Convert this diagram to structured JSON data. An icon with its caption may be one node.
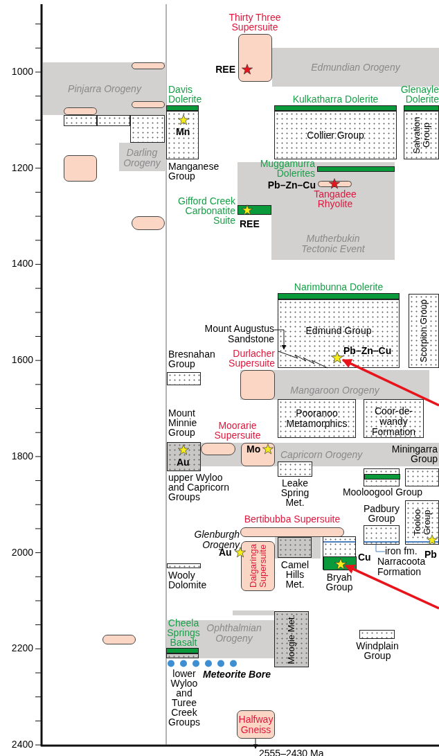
{
  "diagram": {
    "nodes": [
      {
        "text": [
          "Pinjarra Orogeny"
        ]
      },
      {
        "text": [],
        "shape": "pill",
        "in": 0
      },
      {
        "text": [],
        "shape": "pill",
        "in": 0
      },
      {
        "text": [],
        "shape": "pill",
        "in": 0
      },
      {
        "text": [],
        "shape": "box"
      },
      {
        "text": [],
        "shape": "box"
      },
      {
        "text": [
          "Darling Orogeny"
        ]
      },
      {
        "text": [],
        "shape": "box"
      },
      {
        "text": [],
        "shape": "box"
      },
      {
        "text": [],
        "shape": "pill"
      },
      {
        "text": [],
        "shape": "pill"
      },
      {
        "text": [
          "Edmundian Orogeny"
        ]
      },
      {
        "text": [],
        "shape": "box",
        "beside": [
          "Thirty Three Supersuite",
          "REE"
        ]
      },
      {
        "text": [],
        "shape": "bar",
        "beside": [
          "Davis Dolerite"
        ]
      },
      {
        "text": [],
        "shape": "box",
        "beside": [
          "Manganese Group"
        ]
      },
      {
        "text": [],
        "shape": "bar",
        "beside": [
          "Kulkatharra Dolerite"
        ]
      },
      {
        "text": [
          "Collier Group"
        ]
      },
      {
        "text": [],
        "shape": "bar",
        "beside": [
          "Glenayle Dolerite"
        ]
      },
      {
        "text": [
          "Salvation Group"
        ]
      },
      {
        "text": [
          "Mutherbukin Tectonic Event"
        ]
      },
      {
        "text": [],
        "shape": "bar",
        "in": 19,
        "beside": [
          "Muggamurra Dolerites"
        ]
      },
      {
        "text": [],
        "shape": "pill",
        "in": 19,
        "beside": [
          "Tangadee Rhyolite"
        ]
      },
      {
        "text": [],
        "shape": "bar",
        "in": 19,
        "beside": [
          "Gifford Creek Carbonatite Suite",
          "REE"
        ]
      },
      {
        "text": [],
        "shape": "bar",
        "beside": [
          "Narimbunna Dolerite"
        ]
      },
      {
        "text": [
          "Edmund Group"
        ]
      },
      {
        "text": [],
        "shape": "star",
        "in": 24
      },
      {
        "text": [
          "Mount Augustus Sandstone"
        ]
      },
      {
        "text": [
          "Scorpion Group"
        ]
      },
      {
        "text": [],
        "shape": "box",
        "beside": [
          "Bresnahan Group"
        ]
      },
      {
        "text": [
          "Mangaroon Orogeny"
        ]
      },
      {
        "text": [],
        "shape": "box",
        "in": 29,
        "beside": [
          "Durlacher Supersuite"
        ]
      },
      {
        "text": [
          "Pooranoo Metamorphics"
        ]
      },
      {
        "text": [
          "Coor-de-wandy Formation"
        ]
      },
      {
        "text": [
          "Capricorn Orogeny"
        ]
      },
      {
        "text": [],
        "shape": "box",
        "beside": [
          "Mount Minnie Group",
          "upper Wyloo and Capricorn Groups"
        ]
      },
      {
        "text": [],
        "shape": "pill",
        "in": 33,
        "beside": [
          "Moorarie Supersuite"
        ]
      },
      {
        "text": [],
        "shape": "box",
        "in": 33
      },
      {
        "text": [],
        "shape": "box",
        "beside": [
          "Miningarra Group"
        ]
      },
      {
        "text": [],
        "shape": "box",
        "beside": [
          "Leake Spring Met."
        ]
      },
      {
        "text": [],
        "shape": "box",
        "beside": [
          "Mooloogool Group"
        ]
      },
      {
        "text": [],
        "shape": "box",
        "beside": [
          "Padbury Group"
        ]
      },
      {
        "text": [
          "iron fm."
        ]
      },
      {
        "text": [
          "Tooloo Group"
        ]
      },
      {
        "text": [],
        "shape": "pill",
        "beside": [
          "Bertibubba Supersuite"
        ]
      },
      {
        "text": [],
        "shape": "band"
      },
      {
        "text": [
          "Dalgaringa Supersuite"
        ]
      },
      {
        "text": [],
        "shape": "box",
        "in": 44,
        "beside": [
          "Camel Hills Met."
        ]
      },
      {
        "text": [],
        "shape": "box",
        "beside": [
          "Bryah Group"
        ]
      },
      {
        "text": [],
        "shape": "star",
        "in": 59
      },
      {
        "text": [],
        "shape": "box",
        "beside": [
          "Wooly Dolomite"
        ]
      },
      {
        "text": [
          "Ophthalmian Orogeny"
        ]
      },
      {
        "text": [],
        "shape": "bar",
        "in": 50,
        "beside": [
          "Cheela Springs Basalt"
        ]
      },
      {
        "text": [],
        "shape": "box",
        "in": 50,
        "beside": [
          "lower Wyloo and Turee Creek Groups"
        ]
      },
      {
        "text": [
          "Moogie Met."
        ]
      },
      {
        "text": [],
        "shape": "box",
        "beside": [
          "Windplain Group"
        ]
      },
      {
        "text": [
          "Halfway Gneiss"
        ]
      },
      {
        "text": [
          "2555–2430 Ma"
        ]
      },
      {
        "text": [],
        "shape": "wedge",
        "in": 24
      },
      {
        "text": [],
        "shape": "bar",
        "in": 39
      },
      {
        "text": [],
        "shape": "bar",
        "in": 47
      }
    ],
    "edges": [
      {
        "from": 26,
        "to": 57,
        "arrow": "to"
      },
      {
        "from": 41,
        "to": 40,
        "arrow": "none",
        "color": "#4a7fc1"
      },
      {
        "from": 55,
        "to": 56,
        "arrow": "to"
      },
      {
        "from": null,
        "to": 25,
        "arrow": "to",
        "style": "thick",
        "color": "#e8141c"
      },
      {
        "from": null,
        "to": 48,
        "arrow": "to",
        "style": "thick",
        "color": "#e8141c"
      }
    ],
    "labels": [
      "1000",
      "1200",
      "1400",
      "1600",
      "1800",
      "2000",
      "2200",
      "2400",
      "Mn",
      "Pb–Zn–Cu",
      "Pb–Zn–Cu",
      "Au",
      "Mo",
      "Glenburgh Orogeny",
      "Au",
      "Cu",
      "Narracoota Formation",
      "Pb",
      "Meteorite Bore"
    ]
  }
}
